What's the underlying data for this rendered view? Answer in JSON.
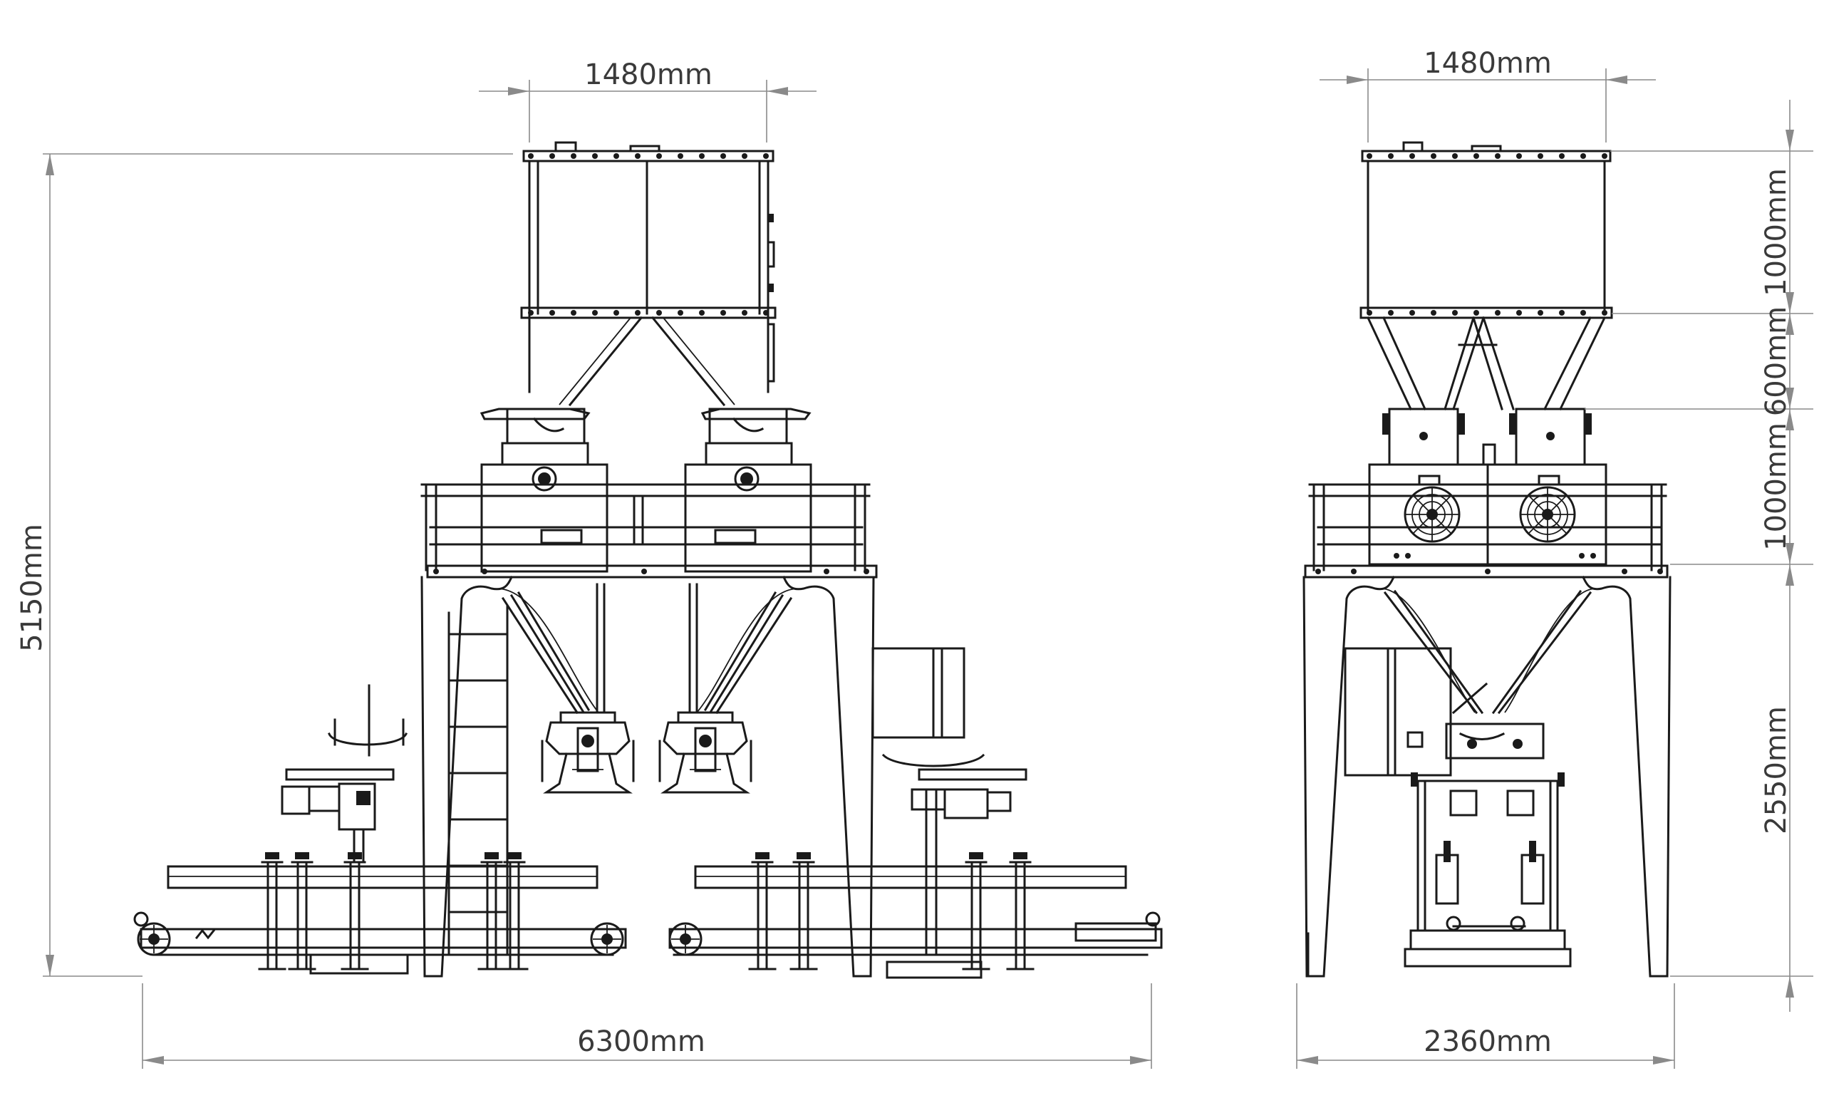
{
  "dimensions": {
    "front_top_width": "1480mm",
    "side_top_width": "1480mm",
    "total_height": "5150mm",
    "front_overall_width": "6300mm",
    "side_overall_width": "2360mm",
    "side_hopper_height": "1000mm",
    "side_cone_height": "600mm",
    "side_weigher_height": "1000mm",
    "side_platform_height": "2550mm"
  }
}
